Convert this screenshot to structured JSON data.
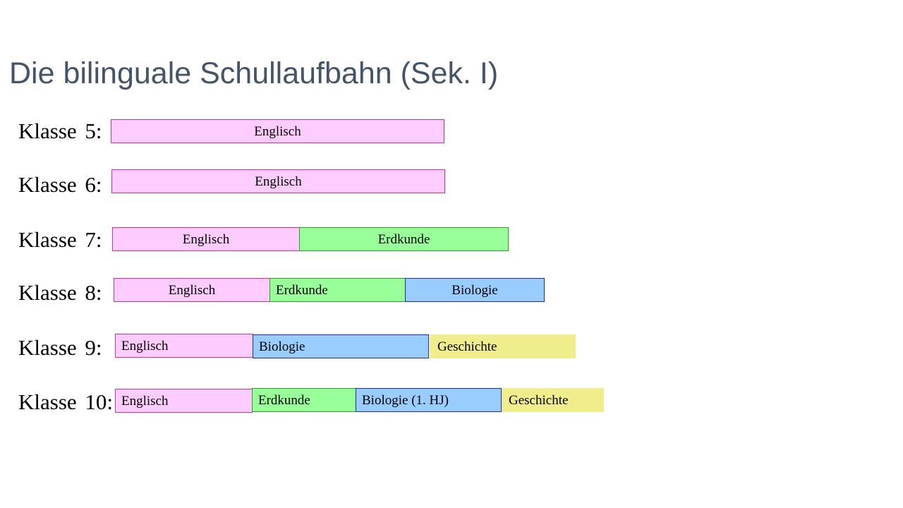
{
  "title": "Die bilinguale Schullaufbahn (Sek. I)",
  "colors": {
    "englisch": "#ffccff",
    "erdkunde": "#99ff99",
    "biologie": "#99ccff",
    "geschichte": "#f0ee8c",
    "title": "#44546a"
  },
  "rows": [
    {
      "label": "Klasse  5:",
      "subjects": [
        "Englisch"
      ]
    },
    {
      "label": "Klasse  6:",
      "subjects": [
        "Englisch"
      ]
    },
    {
      "label": "Klasse  7:",
      "subjects": [
        "Englisch",
        "Erdkunde"
      ]
    },
    {
      "label": "Klasse  8:",
      "subjects": [
        "Englisch",
        "Erdkunde",
        "Biologie"
      ]
    },
    {
      "label": "Klasse  9:",
      "subjects": [
        "Englisch",
        "Biologie",
        "Geschichte"
      ]
    },
    {
      "label": "Klasse  10:",
      "subjects": [
        "Englisch",
        "Erdkunde",
        "Biologie (1. HJ)",
        "Geschichte"
      ]
    }
  ]
}
